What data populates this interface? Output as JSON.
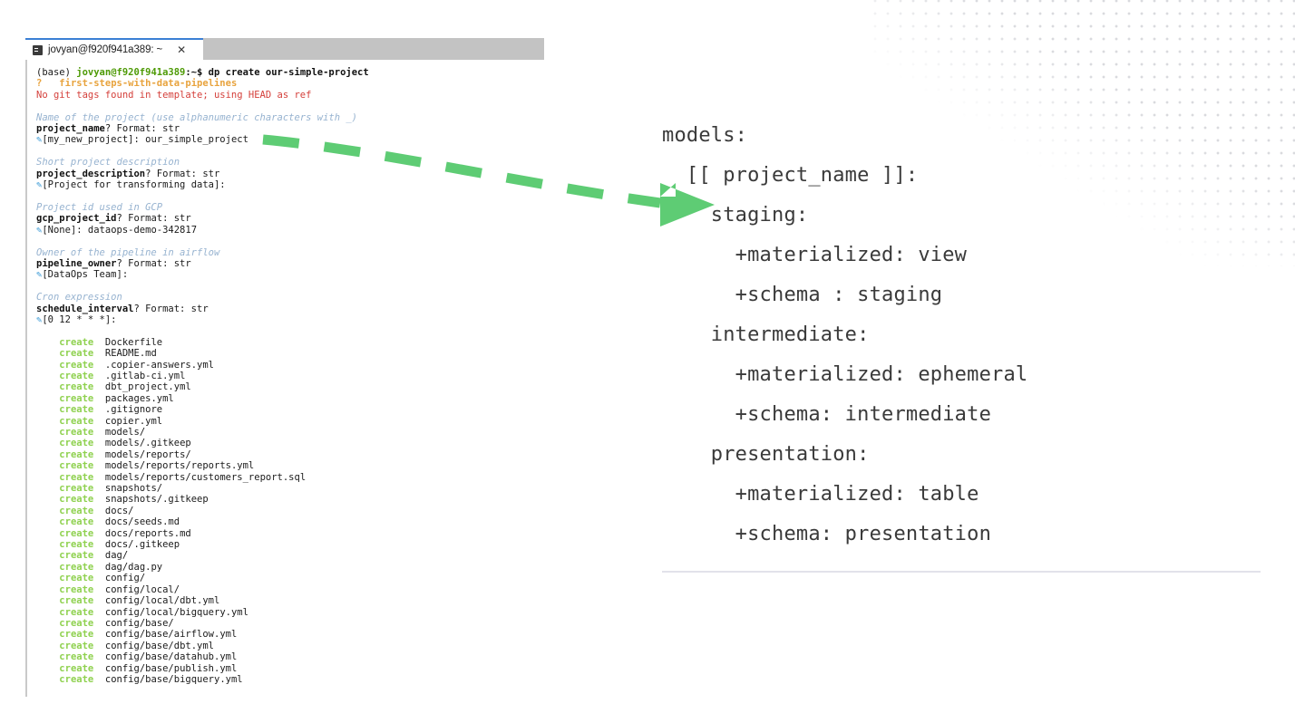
{
  "terminal": {
    "tab_title": "jovyan@f920f941a389: ~",
    "close_label": "✕",
    "command_line": {
      "env": "(base) ",
      "user_host": "jovyan@f920f941a389",
      "path_prompt": ":~$ ",
      "command": "dp create our-simple-project"
    },
    "template_line": {
      "marker": "?",
      "template": "first-steps-with-data-pipelines"
    },
    "warning": "No git tags found in template; using HEAD as ref",
    "prompts": [
      {
        "help": "Name of the project (use alphanumeric characters with _)",
        "key": "project_name",
        "format": "? Format: str",
        "default": "[my_new_project]: ",
        "value": "our_simple_project"
      },
      {
        "help": "Short project description",
        "key": "project_description",
        "format": "? Format: str",
        "default": "[Project for transforming data]:",
        "value": ""
      },
      {
        "help": "Project id used in GCP",
        "key": "gcp_project_id",
        "format": "? Format: str",
        "default": "[None]: ",
        "value": "dataops-demo-342817"
      },
      {
        "help": "Owner of the pipeline in airflow",
        "key": "pipeline_owner",
        "format": "? Format: str",
        "default": "[DataOps Team]:",
        "value": ""
      },
      {
        "help": "Cron expression",
        "key": "schedule_interval",
        "format": "? Format: str",
        "default": "[0 12 * * *]:",
        "value": ""
      }
    ],
    "create_label": "create",
    "created_files": [
      "Dockerfile",
      "README.md",
      ".copier-answers.yml",
      ".gitlab-ci.yml",
      "dbt_project.yml",
      "packages.yml",
      ".gitignore",
      "copier.yml",
      "models/",
      "models/.gitkeep",
      "models/reports/",
      "models/reports/reports.yml",
      "models/reports/customers_report.sql",
      "snapshots/",
      "snapshots/.gitkeep",
      "docs/",
      "docs/seeds.md",
      "docs/reports.md",
      "docs/.gitkeep",
      "dag/",
      "dag/dag.py",
      "config/",
      "config/local/",
      "config/local/dbt.yml",
      "config/local/bigquery.yml",
      "config/base/",
      "config/base/airflow.yml",
      "config/base/dbt.yml",
      "config/base/datahub.yml",
      "config/base/publish.yml",
      "config/base/bigquery.yml"
    ]
  },
  "yaml": {
    "lines": [
      "models:",
      "  [[ project_name ]]:",
      "    staging:",
      "      +materialized: view",
      "      +schema : staging",
      "    intermediate:",
      "      +materialized: ephemeral",
      "      +schema: intermediate",
      "    presentation:",
      "      +materialized: table",
      "      +schema: presentation"
    ]
  },
  "colors": {
    "arrow_green": "#5ecc74",
    "tab_accent": "#3b7fd4",
    "titlebar_gray": "#c3c3c3",
    "create_green": "#8fd14f",
    "warning_red": "#d43f3a",
    "help_blue": "#97b3d0",
    "dot_gray": "#d9dade",
    "rule_gray": "#e2e2ea"
  }
}
